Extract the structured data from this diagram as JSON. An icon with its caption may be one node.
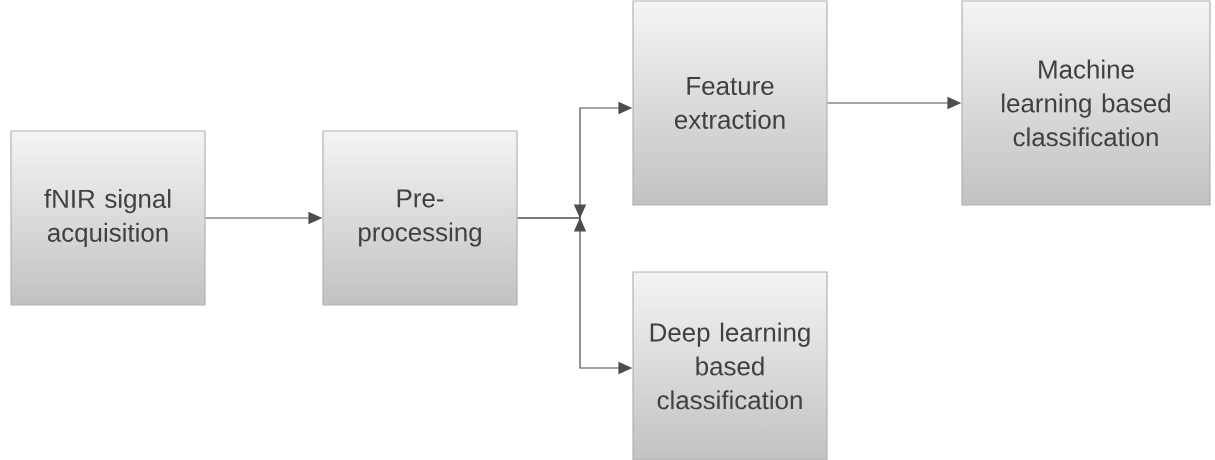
{
  "diagram": {
    "nodes": [
      {
        "text": [
          "fNIR signal acquisition"
        ]
      },
      {
        "text": [
          "Pre-processing"
        ]
      },
      {
        "text": [
          "Feature extraction"
        ]
      },
      {
        "text": [
          "Machine learning based classification"
        ]
      },
      {
        "text": [
          "Deep learning based classification"
        ]
      }
    ],
    "edges": [
      {
        "from": 0,
        "to": 1,
        "arrow": "to"
      },
      {
        "from": 1,
        "to": 2,
        "arrow": "to"
      },
      {
        "from": 1,
        "to": 4,
        "arrow": "to"
      },
      {
        "from": 2,
        "to": 3,
        "arrow": "to"
      }
    ]
  }
}
